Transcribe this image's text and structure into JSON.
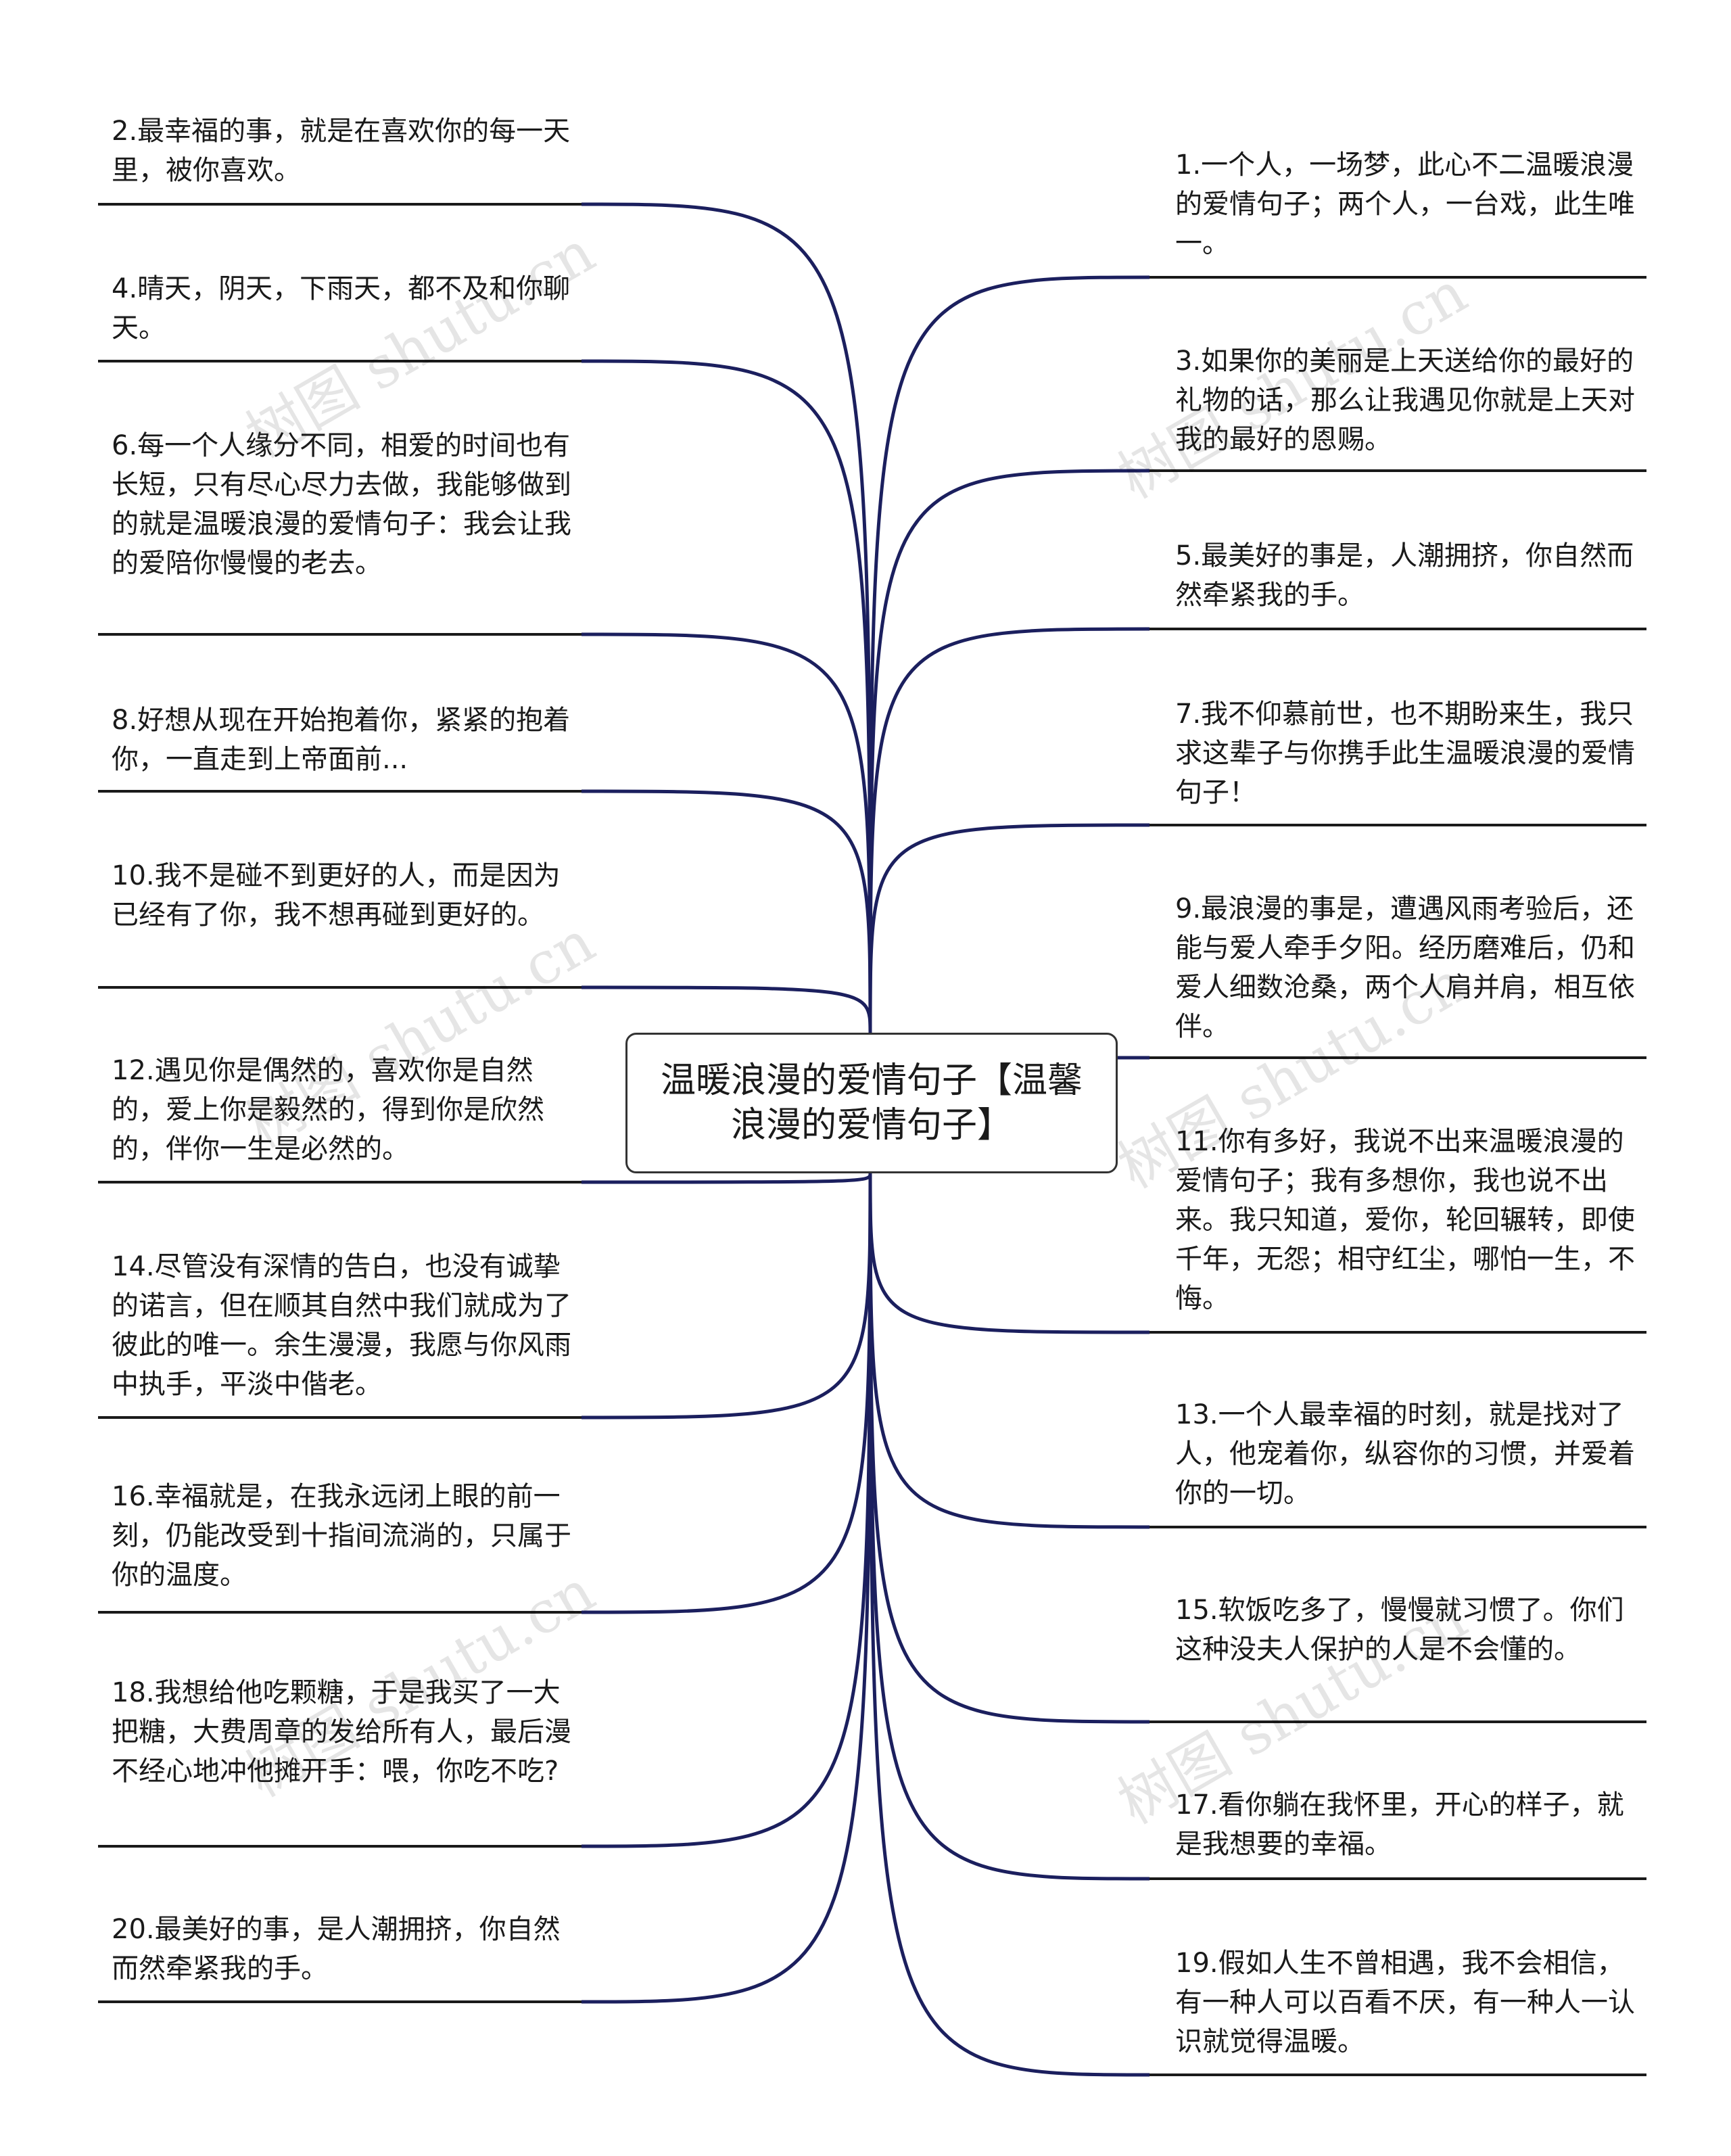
{
  "central_topic": "温暖浪漫的爱情句子【温馨浪漫的爱情句子】",
  "line_color": "#1b1f5e",
  "watermark": "树图 shutu.cn",
  "left_topics": [
    "2.最幸福的事，就是在喜欢你的每一天里，被你喜欢。",
    "4.晴天，阴天，下雨天，都不及和你聊天。",
    "6.每一个人缘分不同，相爱的时间也有长短，只有尽心尽力去做，我能够做到的就是温暖浪漫的爱情句子：我会让我的爱陪你慢慢的老去。",
    "8.好想从现在开始抱着你，紧紧的抱着你，一直走到上帝面前...",
    "10.我不是碰不到更好的人，而是因为已经有了你，我不想再碰到更好的。",
    "12.遇见你是偶然的，喜欢你是自然的，爱上你是毅然的，得到你是欣然的，伴你一生是必然的。",
    "14.尽管没有深情的告白，也没有诚挚的诺言，但在顺其自然中我们就成为了彼此的唯一。余生漫漫，我愿与你风雨中执手，平淡中偕老。",
    "16.幸福就是，在我永远闭上眼的前一刻，仍能改受到十指间流淌的，只属于你的温度。",
    "18.我想给他吃颗糖，于是我买了一大把糖，大费周章的发给所有人，最后漫不经心地冲他摊开手：喂，你吃不吃?",
    "20.最美好的事，是人潮拥挤，你自然而然牵紧我的手。"
  ],
  "right_topics": [
    "1.一个人，一场梦，此心不二温暖浪漫的爱情句子；两个人，一台戏，此生唯一。",
    "3.如果你的美丽是上天送给你的最好的礼物的话，那么让我遇见你就是上天对我的最好的恩赐。",
    "5.最美好的事是，人潮拥挤，你自然而然牵紧我的手。",
    "7.我不仰慕前世，也不期盼来生，我只求这辈子与你携手此生温暖浪漫的爱情句子！",
    "9.最浪漫的事是，遭遇风雨考验后，还能与爱人牵手夕阳。经历磨难后，仍和爱人细数沧桑，两个人肩并肩，相互依伴。",
    "11.你有多好，我说不出来温暖浪漫的爱情句子；我有多想你，我也说不出来。我只知道，爱你，轮回辗转，即使千年，无怨；相守红尘，哪怕一生，不悔。",
    "13.一个人最幸福的时刻，就是找对了人，他宠着你，纵容你的习惯，并爱着你的一切。",
    "15.软饭吃多了，慢慢就习惯了。你们这种没夫人保护的人是不会懂的。",
    "17.看你躺在我怀里，开心的样子，就是我想要的幸福。",
    "19.假如人生不曾相遇，我不会相信，有一种人可以百看不厌，有一种人一认识就觉得温暖。"
  ]
}
